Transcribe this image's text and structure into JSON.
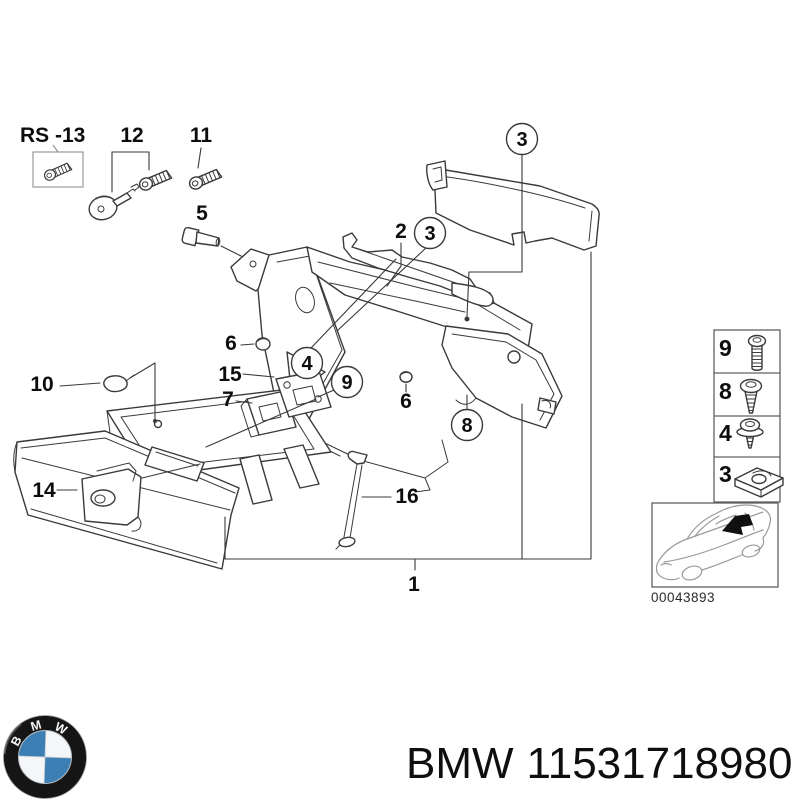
{
  "diagram": {
    "reference_label": "RS -13",
    "callouts": {
      "k1": "1",
      "k2": "2",
      "k3_top": "3",
      "k3_mid": "3",
      "k4": "4",
      "k5": "5",
      "k6_a": "6",
      "k6_b": "6",
      "k7": "7",
      "k8": "8",
      "k9": "9",
      "k10": "10",
      "k11": "11",
      "k12": "12",
      "k14": "14",
      "k15": "15",
      "k16": "16"
    },
    "part_icons": {
      "rs13": "tapping-screw-icon",
      "item12": [
        "lock-cylinder-key-icon",
        "tapping-screw-icon"
      ],
      "item11": "tapping-screw-icon",
      "item5": "bolt-icon",
      "item6": "plug-cap-icon",
      "item10": "bulb-icon",
      "item16": "support-strut-icon"
    }
  },
  "sidebar": {
    "legend": [
      {
        "number": "9",
        "icon": "button-head-screw-icon"
      },
      {
        "number": "8",
        "icon": "tapping-screw-icon"
      },
      {
        "number": "4",
        "icon": "washer-screw-icon"
      },
      {
        "number": "3",
        "icon": "clip-nut-icon"
      }
    ],
    "car_image_code": "00043893"
  },
  "footer": {
    "brand": "BMW",
    "part_number": "11531718980",
    "logo_letters": {
      "b": "B",
      "m": "M",
      "w": "W"
    }
  },
  "colors": {
    "line": "#3a3a3a",
    "secondary_line": "#9a9a9a",
    "logo_blue": "#3b7fb4",
    "logo_ring": "#151515",
    "text": "#111111"
  }
}
